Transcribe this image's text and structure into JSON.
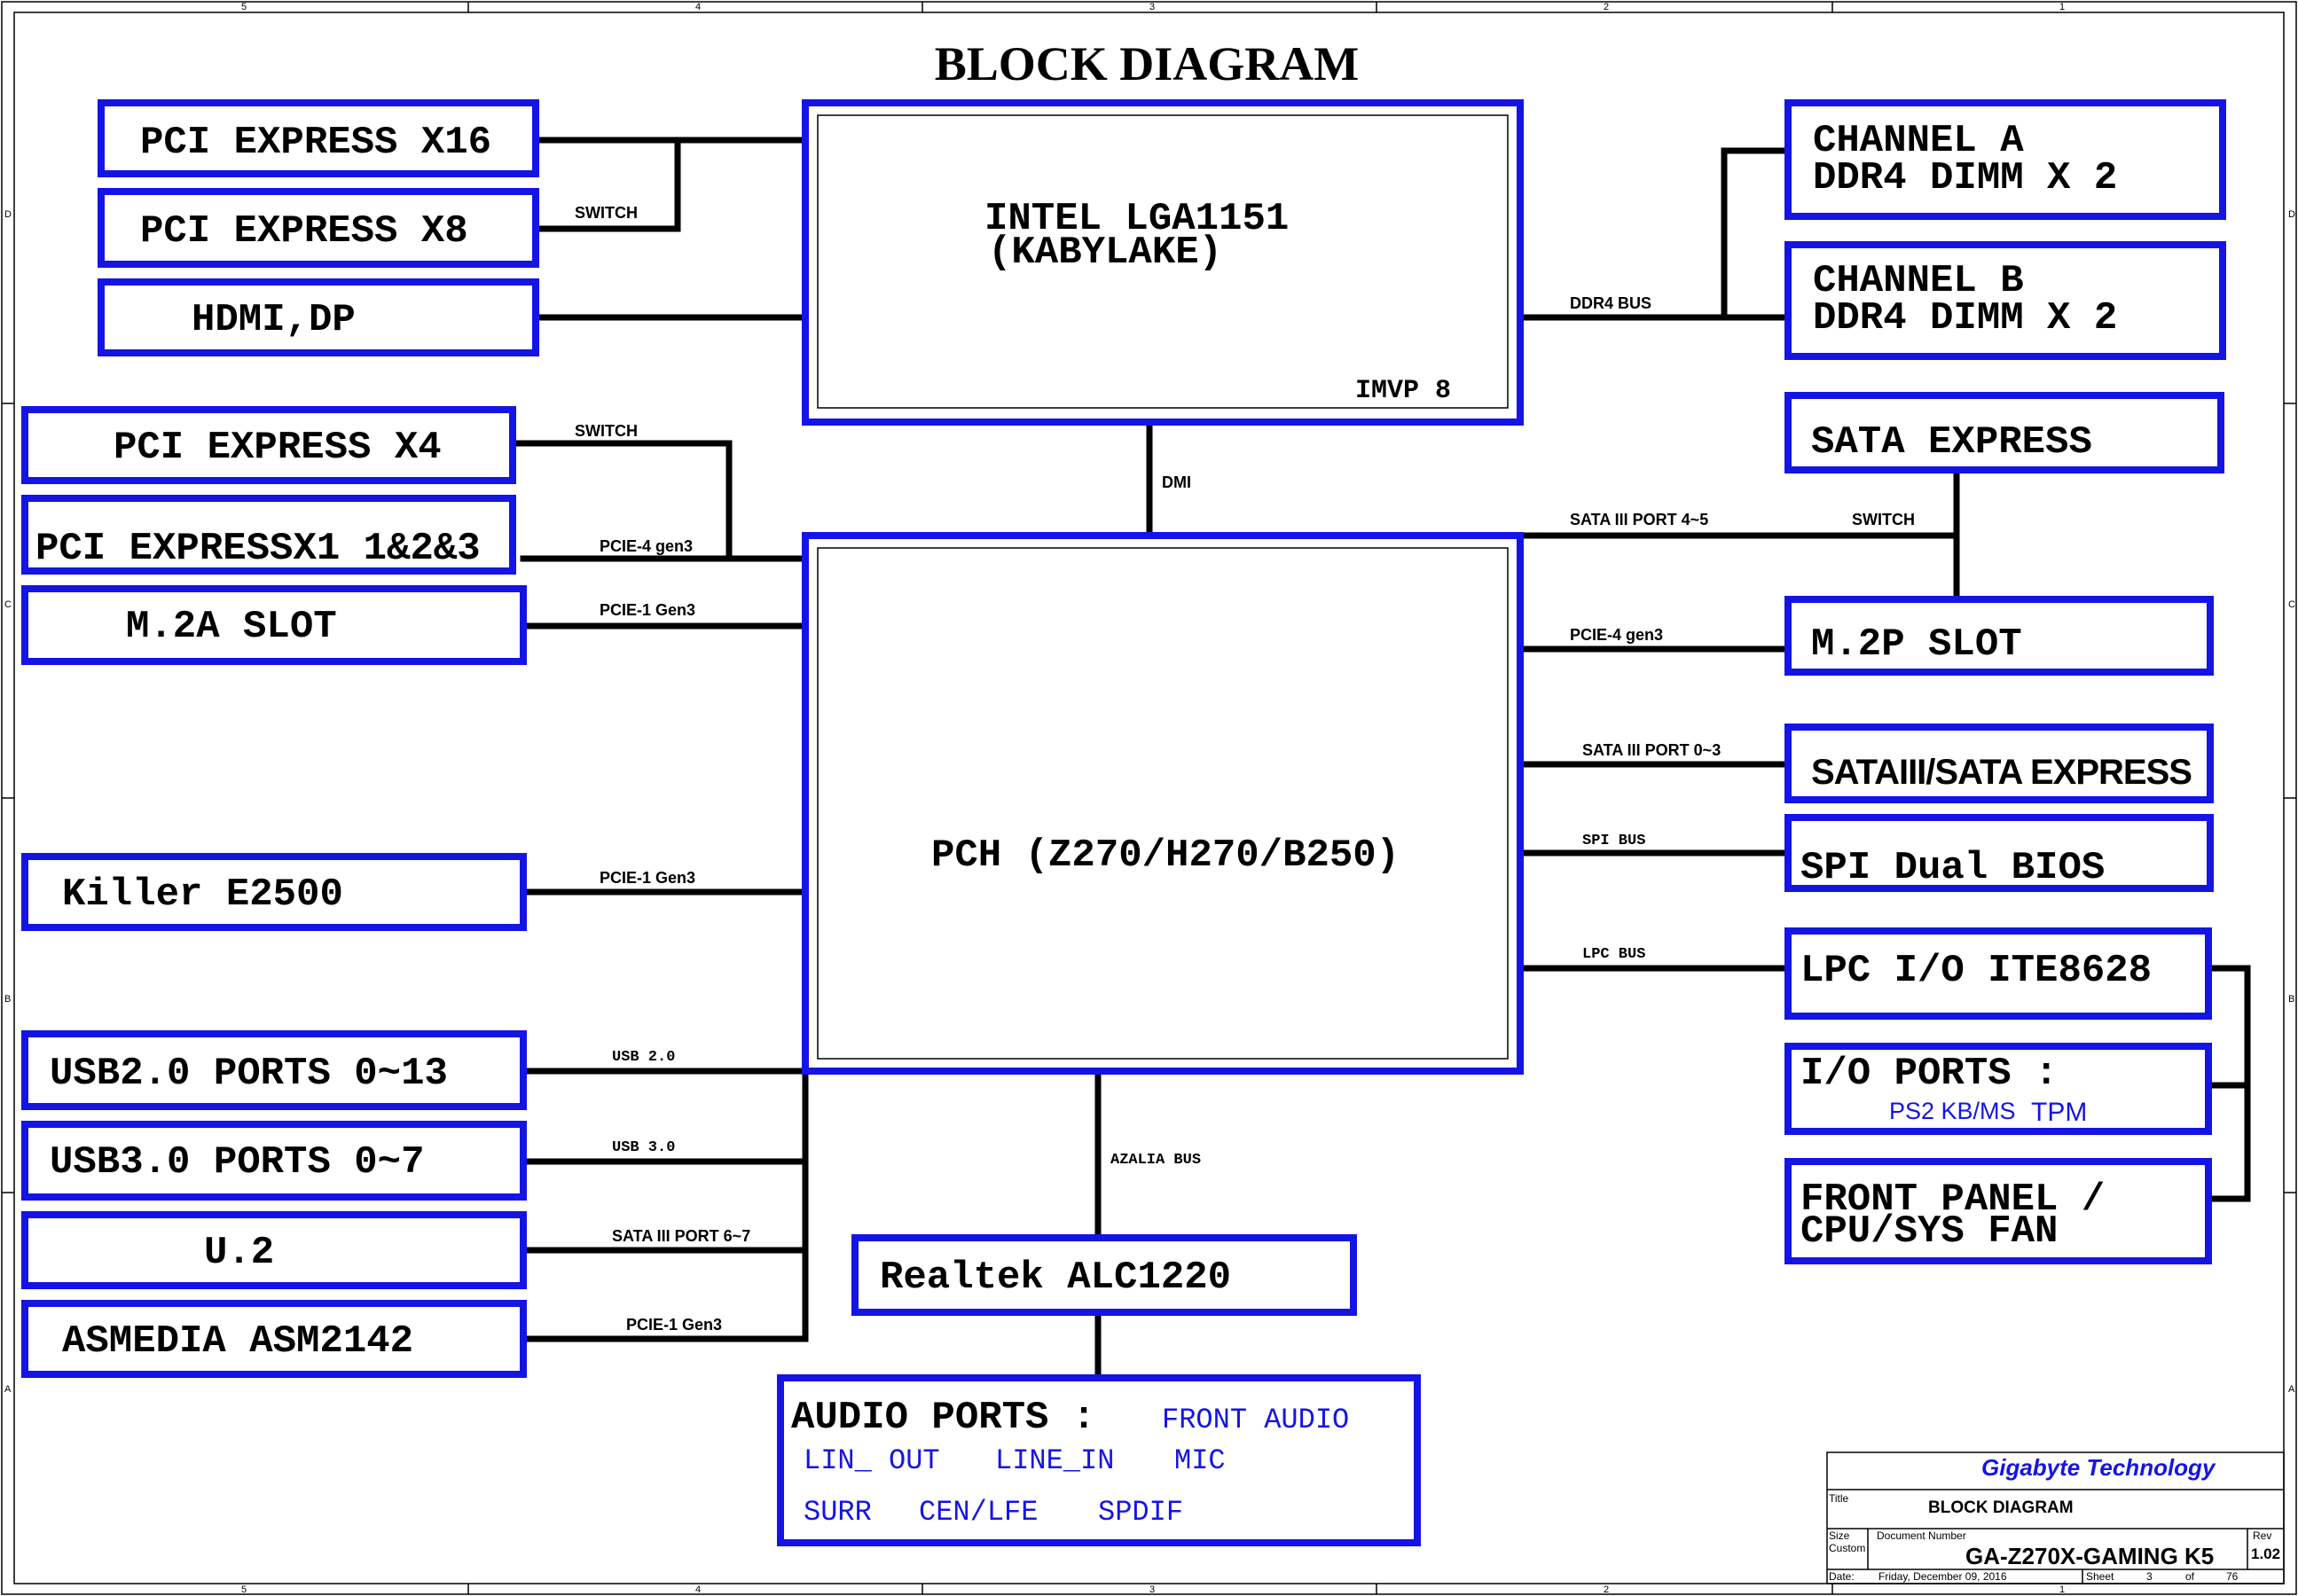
{
  "title": "BLOCK DIAGRAM",
  "cpu": {
    "line1": "INTEL LGA1151",
    "line2": "(KABYLAKE)",
    "vr": "IMVP 8"
  },
  "pch": {
    "label": "PCH (Z270/H270/B250)"
  },
  "left": {
    "pcie_x16": "PCI EXPRESS X16",
    "pcie_x8": "PCI EXPRESS X8",
    "hdmi_dp": "HDMI,DP",
    "pcie_x4": "PCI EXPRESS X4",
    "pcie_x1": "PCI EXPRESSX1 1&2&3",
    "m2a": "M.2A SLOT",
    "killer": "Killer E2500",
    "usb2": "USB2.0 PORTS 0~13",
    "usb3": "USB3.0 PORTS 0~7",
    "u2": "U.2",
    "asmedia": "ASMEDIA ASM2142"
  },
  "right": {
    "chan_a_1": "CHANNEL A",
    "chan_a_2": "DDR4  DIMM X 2",
    "chan_b_1": "CHANNEL B",
    "chan_b_2": "DDR4 DIMM X 2",
    "sata_express": "SATA EXPRESS",
    "m2p": "M.2P SLOT",
    "sata3": "SATAIII/SATA EXPRESS",
    "spi": "SPI Dual BIOS",
    "lpc": "LPC I/O ITE8628",
    "io_ports": "I/O PORTS :",
    "io_ps2": "PS2 KB/MS",
    "io_tpm": "TPM",
    "front_1": "FRONT PANEL /",
    "front_2": "CPU/SYS FAN"
  },
  "bottom": {
    "realtek": "Realtek ALC1220",
    "audio_title": "AUDIO PORTS :",
    "audio_front": "FRONT AUDIO",
    "audio_lin_out": "LIN_ OUT",
    "audio_line_in": "LINE_IN",
    "audio_mic": "MIC",
    "audio_surr": "SURR",
    "audio_cen": "CEN/LFE",
    "audio_spdif": "SPDIF"
  },
  "buses": {
    "switch_top": "SWITCH",
    "switch_mid": "SWITCH",
    "switch_right": "SWITCH",
    "ddr4_bus": "DDR4 BUS",
    "dmi": "DMI",
    "pcie4_left": "PCIE-4 gen3",
    "pcie1_m2a": "PCIE-1 Gen3",
    "pcie1_killer": "PCIE-1 Gen3",
    "usb20": "USB 2.0",
    "usb30": "USB 3.0",
    "sata_6_7": "SATA III PORT 6~7",
    "pcie1_asm": "PCIE-1 Gen3",
    "azalia": "AZALIA BUS",
    "sata_4_5": "SATA III PORT 4~5",
    "pcie4_right": "PCIE-4 gen3",
    "sata_0_3": "SATA III PORT 0~3",
    "spi_bus": "SPI BUS",
    "lpc_bus": "LPC BUS"
  },
  "title_block": {
    "company": "Gigabyte Technology",
    "title_label": "Title",
    "title_value": "BLOCK DIAGRAM",
    "size_label": "Size",
    "size_value": "Custom",
    "docnum_label": "Document Number",
    "docnum_value": "GA-Z270X-GAMING K5",
    "rev_label": "Rev",
    "rev_value": "1.02",
    "date_label": "Date:",
    "date_value": "Friday, December 09, 2016",
    "sheet_label": "Sheet",
    "sheet_num": "3",
    "of_label": "of",
    "sheet_total": "76"
  },
  "zones": {
    "top": [
      "5",
      "4",
      "3",
      "2",
      "1"
    ],
    "bottom": [
      "5",
      "4",
      "3",
      "2",
      "1"
    ],
    "left": [
      "D",
      "C",
      "B",
      "A"
    ],
    "right": [
      "D",
      "C",
      "B",
      "A"
    ]
  }
}
